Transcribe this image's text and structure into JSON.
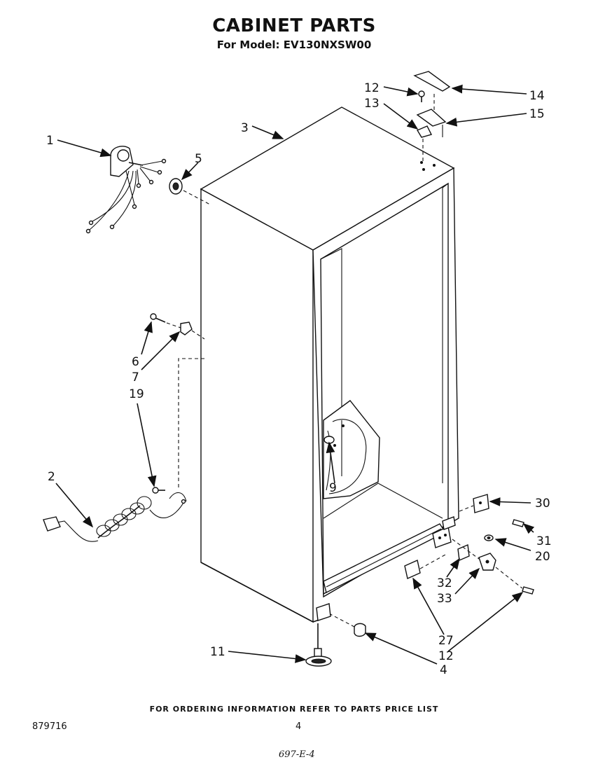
{
  "title": "CABINET PARTS",
  "subtitle": "For Model: EV130NXSW00",
  "callouts": {
    "c1": "1",
    "c2": "2",
    "c3": "3",
    "c4": "4",
    "c5": "5",
    "c6": "6",
    "c7": "7",
    "c9": "9",
    "c11": "11",
    "c12a": "12",
    "c12b": "12",
    "c13": "13",
    "c14": "14",
    "c15": "15",
    "c19": "19",
    "c20": "20",
    "c27": "27",
    "c30": "30",
    "c31": "31",
    "c32": "32",
    "c33": "33"
  },
  "footer": {
    "note": "FOR ORDERING INFORMATION REFER TO PARTS PRICE LIST",
    "doc_number": "879716",
    "page": "4",
    "handwritten": "697-E-4"
  }
}
